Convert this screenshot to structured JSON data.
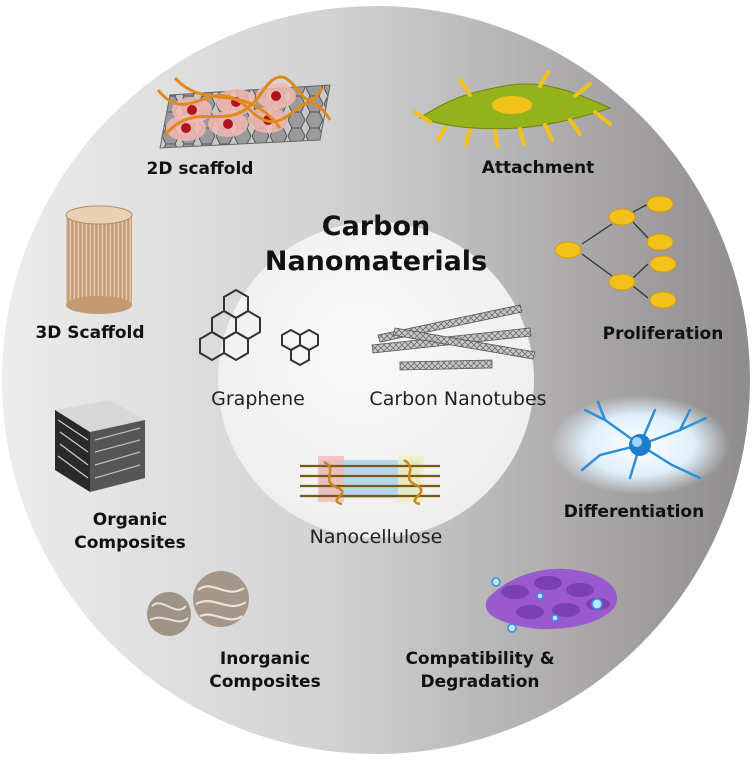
{
  "title": {
    "line1": "Carbon",
    "line2": "Nanomaterials"
  },
  "materials": {
    "graphene": "Graphene",
    "nanotubes": "Carbon Nanotubes",
    "nanocellulose": "Nanocellulose"
  },
  "left_items": {
    "scaffold_2d": "2D scaffold",
    "scaffold_3d": "3D Scaffold",
    "organic_1": "Organic",
    "organic_2": "Composites",
    "inorganic_1": "Inorganic",
    "inorganic_2": "Composites"
  },
  "right_items": {
    "attachment": "Attachment",
    "proliferation": "Proliferation",
    "differentiation": "Differentiation",
    "compat_1": "Compatibility &",
    "compat_2": "Degradation"
  },
  "colors": {
    "ring_light": "#e9e9e9",
    "ring_dark": "#8e8b8b",
    "inner_circle": "#f2f2f2",
    "cell_yellow": "#f3c21a",
    "cell_green": "#93b21c",
    "neuron_blue": "#2f8fd8",
    "purple_cells": "#9b59d0"
  }
}
